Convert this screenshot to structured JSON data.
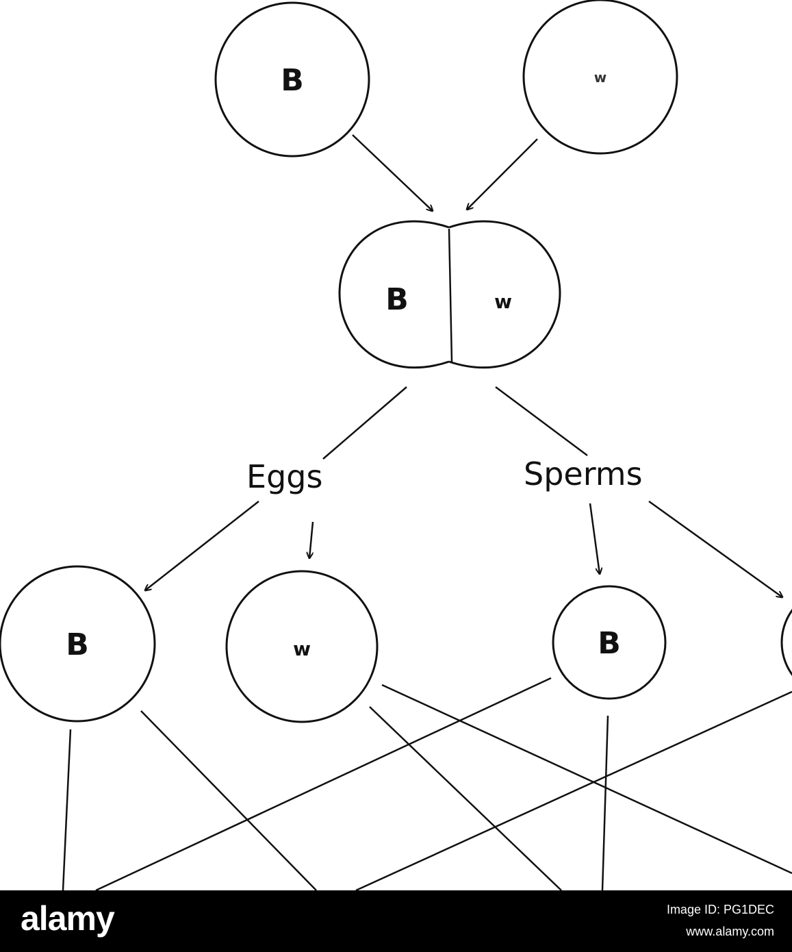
{
  "diagram": {
    "parents": {
      "left": "B",
      "right": "w"
    },
    "hybrid": {
      "left": "B",
      "right": "w"
    },
    "labels": {
      "eggs": "Eggs",
      "sperms": "Sperms"
    },
    "eggs": [
      "B",
      "w"
    ],
    "sperms": [
      "B"
    ]
  },
  "watermark": {
    "brand": "alamy",
    "image_id": "Image ID: PG1DEC",
    "url": "www.alamy.com"
  }
}
